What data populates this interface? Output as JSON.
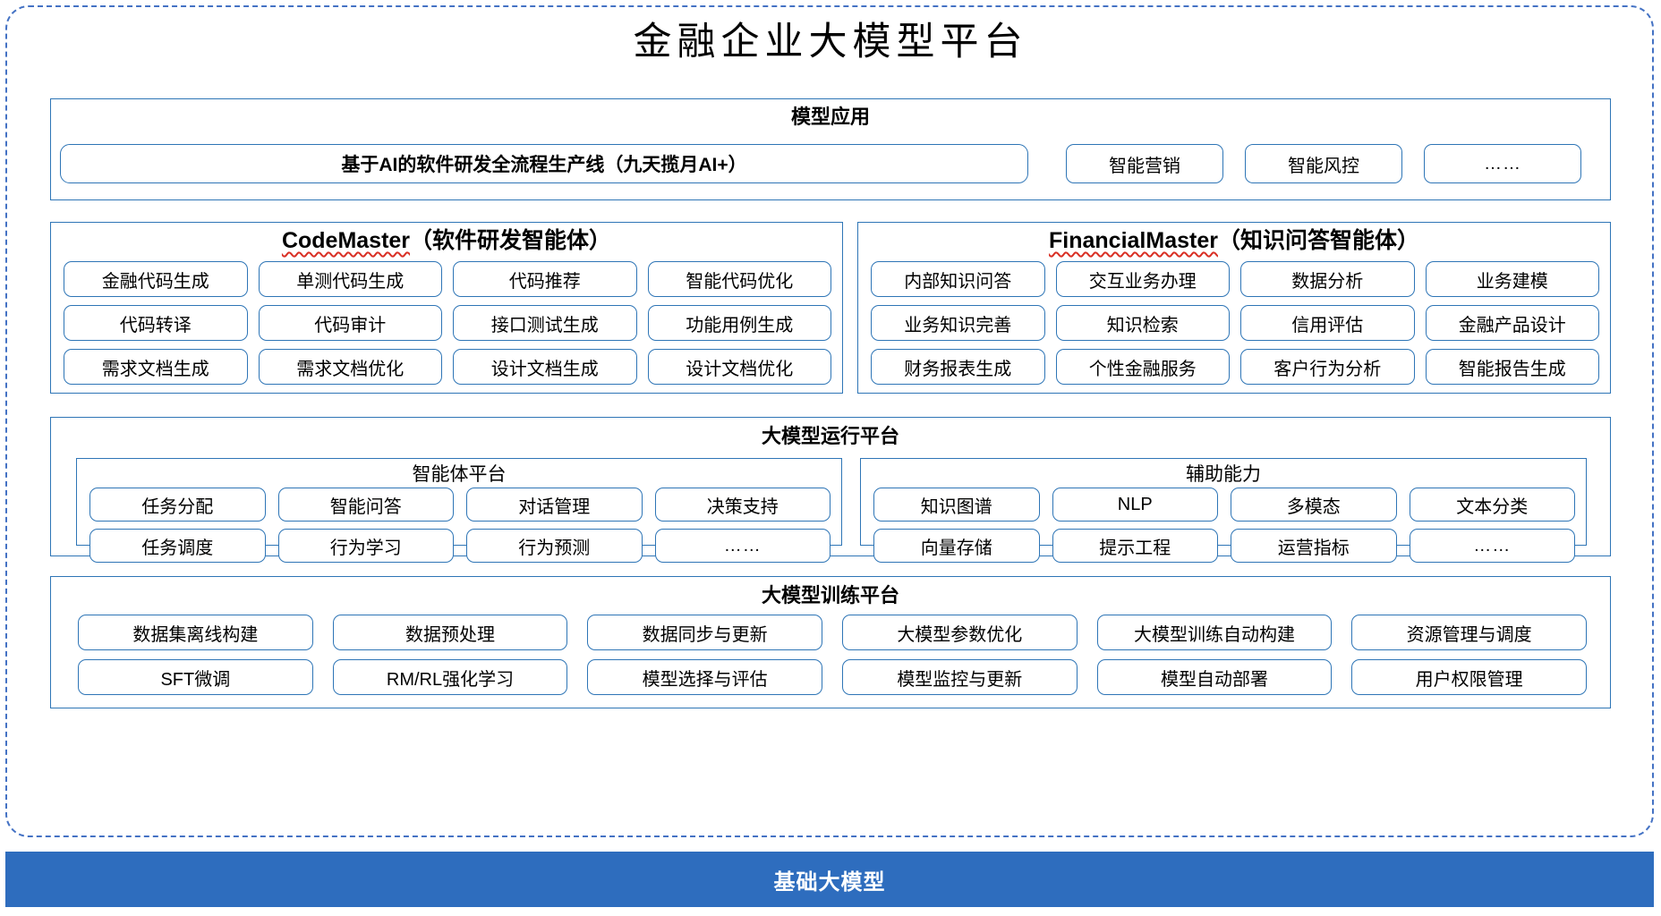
{
  "title": "金融企业大模型平台",
  "model_application": {
    "title": "模型应用",
    "banner": "基于AI的软件研发全流程生产线（九天揽月AI+）",
    "chips": [
      "智能营销",
      "智能风控",
      "……"
    ]
  },
  "agents": [
    {
      "brand": "CodeMaster",
      "suffix": "（软件研发智能体）",
      "items": [
        "金融代码生成",
        "单测代码生成",
        "代码推荐",
        "智能代码优化",
        "代码转译",
        "代码审计",
        "接口测试生成",
        "功能用例生成",
        "需求文档生成",
        "需求文档优化",
        "设计文档生成",
        "设计文档优化"
      ]
    },
    {
      "brand": "FinancialMaster",
      "suffix": "（知识问答智能体）",
      "items": [
        "内部知识问答",
        "交互业务办理",
        "数据分析",
        "业务建模",
        "业务知识完善",
        "知识检索",
        "信用评估",
        "金融产品设计",
        "财务报表生成",
        "个性金融服务",
        "客户行为分析",
        "智能报告生成"
      ]
    }
  ],
  "runtime_platform": {
    "title": "大模型运行平台",
    "sub_panels": [
      {
        "title": "智能体平台",
        "items": [
          "任务分配",
          "智能问答",
          "对话管理",
          "决策支持",
          "任务调度",
          "行为学习",
          "行为预测",
          "……"
        ]
      },
      {
        "title": "辅助能力",
        "items": [
          "知识图谱",
          "NLP",
          "多模态",
          "文本分类",
          "向量存储",
          "提示工程",
          "运营指标",
          "……"
        ]
      }
    ]
  },
  "training_platform": {
    "title": "大模型训练平台",
    "items": [
      "数据集离线构建",
      "数据预处理",
      "数据同步与更新",
      "大模型参数优化",
      "大模型训练自动构建",
      "资源管理与调度",
      "SFT微调",
      "RM/RL强化学习",
      "模型选择与评估",
      "模型监控与更新",
      "模型自动部署",
      "用户权限管理"
    ]
  },
  "foundation": {
    "label": "基础大模型"
  },
  "colors": {
    "border_blue": "#2E75B6",
    "dashed_blue": "#4472C4",
    "foundation_blue": "#2E6DBE",
    "spellcheck_red": "#D93025"
  }
}
